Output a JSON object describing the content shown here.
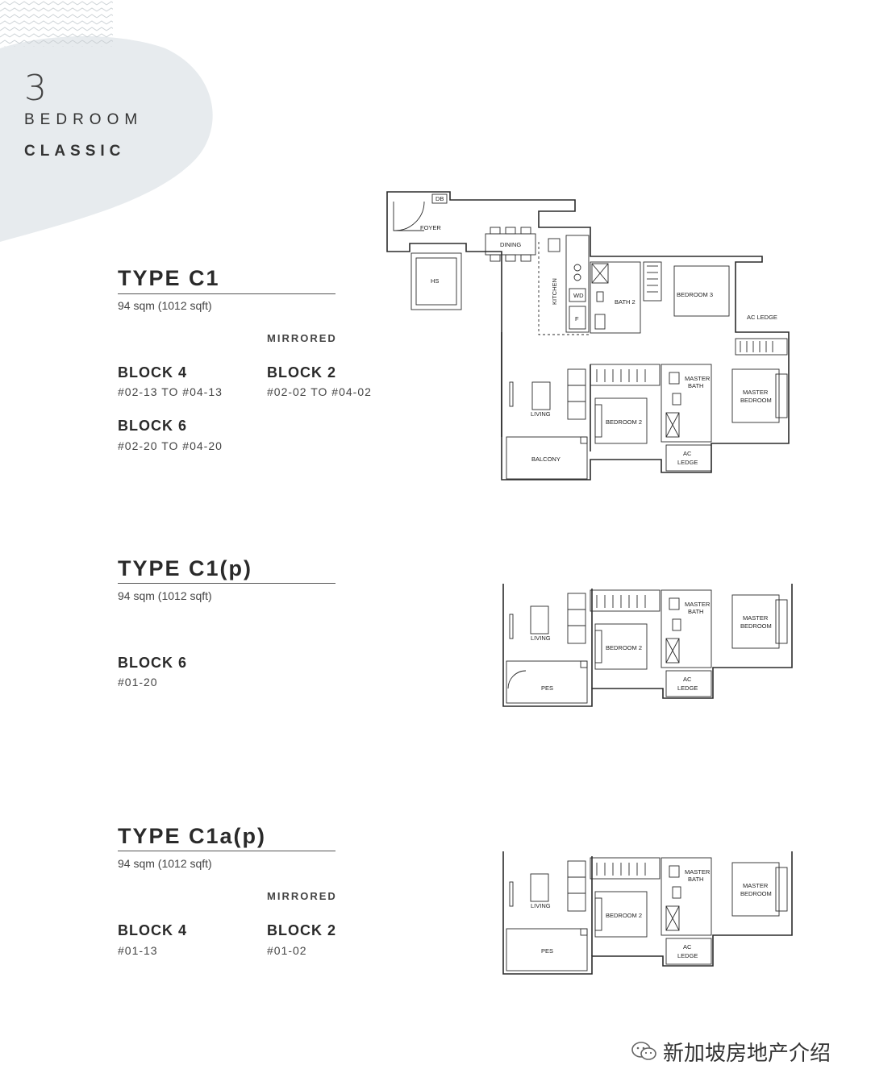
{
  "header": {
    "number": "3",
    "category": "BEDROOM",
    "series": "CLASSIC",
    "accent_color": "#e7ebee"
  },
  "types": [
    {
      "title": "TYPE C1",
      "area": "94 sqm (1012 sqft)",
      "mirrored_label": "MIRRORED",
      "blocks": [
        {
          "name": "BLOCK 4",
          "units": "#02-13 TO #04-13"
        },
        {
          "name": "BLOCK 2",
          "units": "#02-02 TO #04-02"
        },
        {
          "name": "BLOCK 6",
          "units": "#02-20 TO #04-20"
        }
      ],
      "rooms": {
        "db": "DB",
        "foyer": "FOYER",
        "hs": "HS",
        "dining": "DINING",
        "kitchen": "KITCHEN",
        "wd": "WD",
        "f": "F",
        "bath2": "BATH 2",
        "bedroom3": "BEDROOM 3",
        "ac_ledge_top": "AC LEDGE",
        "living": "LIVING",
        "bedroom2": "BEDROOM 2",
        "master_bath_1": "MASTER",
        "master_bath_2": "BATH",
        "master_bedroom_1": "MASTER",
        "master_bedroom_2": "BEDROOM",
        "ac_1": "AC",
        "ac_2": "LEDGE",
        "balcony": "BALCONY"
      }
    },
    {
      "title": "TYPE C1(p)",
      "area": "94 sqm (1012 sqft)",
      "blocks": [
        {
          "name": "BLOCK 6",
          "units": "#01-20"
        }
      ],
      "rooms": {
        "living": "LIVING",
        "bedroom2": "BEDROOM 2",
        "master_bath_1": "MASTER",
        "master_bath_2": "BATH",
        "master_bedroom_1": "MASTER",
        "master_bedroom_2": "BEDROOM",
        "ac_1": "AC",
        "ac_2": "LEDGE",
        "pes": "PES"
      }
    },
    {
      "title": "TYPE C1a(p)",
      "area": "94 sqm (1012 sqft)",
      "mirrored_label": "MIRRORED",
      "blocks": [
        {
          "name": "BLOCK 4",
          "units": "#01-13"
        },
        {
          "name": "BLOCK 2",
          "units": "#01-02"
        }
      ],
      "rooms": {
        "living": "LIVING",
        "bedroom2": "BEDROOM 2",
        "master_bath_1": "MASTER",
        "master_bath_2": "BATH",
        "master_bedroom_1": "MASTER",
        "master_bedroom_2": "BEDROOM",
        "ac_1": "AC",
        "ac_2": "LEDGE",
        "pes": "PES"
      }
    }
  ],
  "watermark": {
    "text": "新加坡房地产介绍",
    "icon": "wechat-icon"
  }
}
